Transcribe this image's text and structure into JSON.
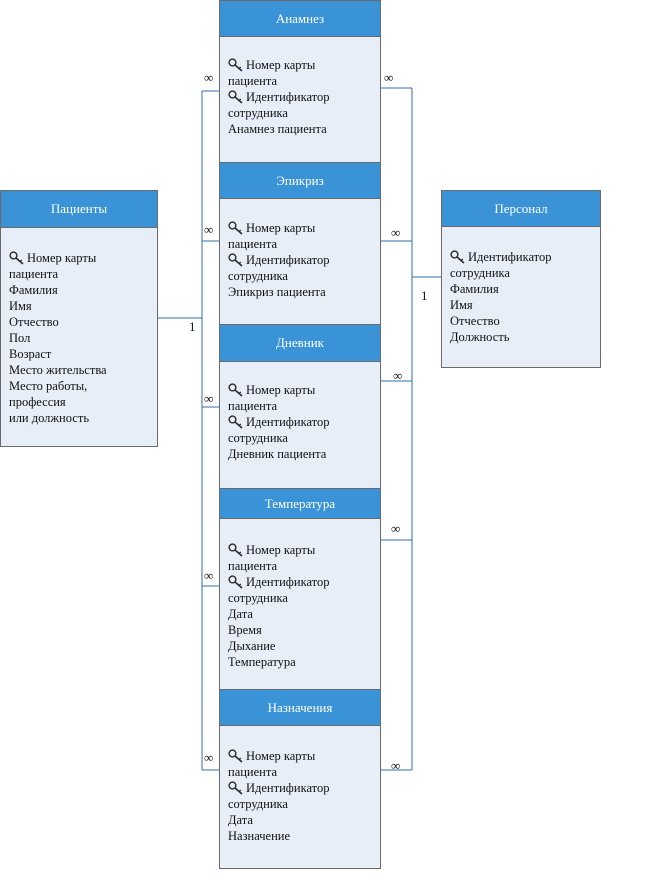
{
  "colors": {
    "header": "#3a93d6",
    "body": "#e8eef8",
    "border": "#6a6a6a",
    "connector": "#2f6fa8"
  },
  "entities": {
    "patients": {
      "title": "Пациенты",
      "attrs": [
        {
          "key": true,
          "lines": [
            "Номер карты",
            "пациента"
          ]
        },
        {
          "key": false,
          "lines": [
            "Фамилия"
          ]
        },
        {
          "key": false,
          "lines": [
            "Имя"
          ]
        },
        {
          "key": false,
          "lines": [
            "Отчество"
          ]
        },
        {
          "key": false,
          "lines": [
            "Пол"
          ]
        },
        {
          "key": false,
          "lines": [
            "Возраст"
          ]
        },
        {
          "key": false,
          "lines": [
            "Место жительства"
          ]
        },
        {
          "key": false,
          "lines": [
            "Место работы,",
            "профессия",
            "или должность"
          ]
        }
      ]
    },
    "anamnesis": {
      "title": "Анамнез",
      "attrs": [
        {
          "key": true,
          "lines": [
            "Номер карты",
            "пациента"
          ]
        },
        {
          "key": true,
          "lines": [
            "Идентификатор",
            "сотрудника"
          ]
        },
        {
          "key": false,
          "lines": [
            "Анамнез пациента"
          ]
        }
      ]
    },
    "epicrisis": {
      "title": "Эпикриз",
      "attrs": [
        {
          "key": true,
          "lines": [
            "Номер карты",
            "пациента"
          ]
        },
        {
          "key": true,
          "lines": [
            "Идентификатор",
            "сотрудника"
          ]
        },
        {
          "key": false,
          "lines": [
            "Эпикриз пациента"
          ]
        }
      ]
    },
    "diary": {
      "title": "Дневник",
      "attrs": [
        {
          "key": true,
          "lines": [
            "Номер карты",
            "пациента"
          ]
        },
        {
          "key": true,
          "lines": [
            "Идентификатор",
            "сотрудника"
          ]
        },
        {
          "key": false,
          "lines": [
            "Дневник пациента"
          ]
        }
      ]
    },
    "temperature": {
      "title": "Температура",
      "attrs": [
        {
          "key": true,
          "lines": [
            "Номер карты",
            "пациента"
          ]
        },
        {
          "key": true,
          "lines": [
            "Идентификатор",
            "сотрудника"
          ]
        },
        {
          "key": false,
          "lines": [
            "Дата"
          ]
        },
        {
          "key": false,
          "lines": [
            "Время"
          ]
        },
        {
          "key": false,
          "lines": [
            "Дыхание"
          ]
        },
        {
          "key": false,
          "lines": [
            "Температура"
          ]
        }
      ]
    },
    "prescriptions": {
      "title": "Назначения",
      "attrs": [
        {
          "key": true,
          "lines": [
            "Номер карты",
            "пациента"
          ]
        },
        {
          "key": true,
          "lines": [
            "Идентификатор",
            "сотрудника"
          ]
        },
        {
          "key": false,
          "lines": [
            "Дата"
          ]
        },
        {
          "key": false,
          "lines": [
            "Назначение"
          ]
        }
      ]
    },
    "staff": {
      "title": "Персонал",
      "attrs": [
        {
          "key": true,
          "lines": [
            "Идентификатор",
            "сотрудника"
          ]
        },
        {
          "key": false,
          "lines": [
            "Фамилия"
          ]
        },
        {
          "key": false,
          "lines": [
            "Имя"
          ]
        },
        {
          "key": false,
          "lines": [
            "Отчество"
          ]
        },
        {
          "key": false,
          "lines": [
            "Должность"
          ]
        }
      ]
    }
  },
  "cardinalities": {
    "patients_side": "1",
    "staff_side": "1",
    "left_anamnesis": "∞",
    "left_epicrisis": "∞",
    "left_diary": "∞",
    "left_temperature": "∞",
    "left_prescriptions": "∞",
    "right_anamnesis": "∞",
    "right_epicrisis": "∞",
    "right_diary": "∞",
    "right_temperature": "∞",
    "right_prescriptions": "∞"
  }
}
